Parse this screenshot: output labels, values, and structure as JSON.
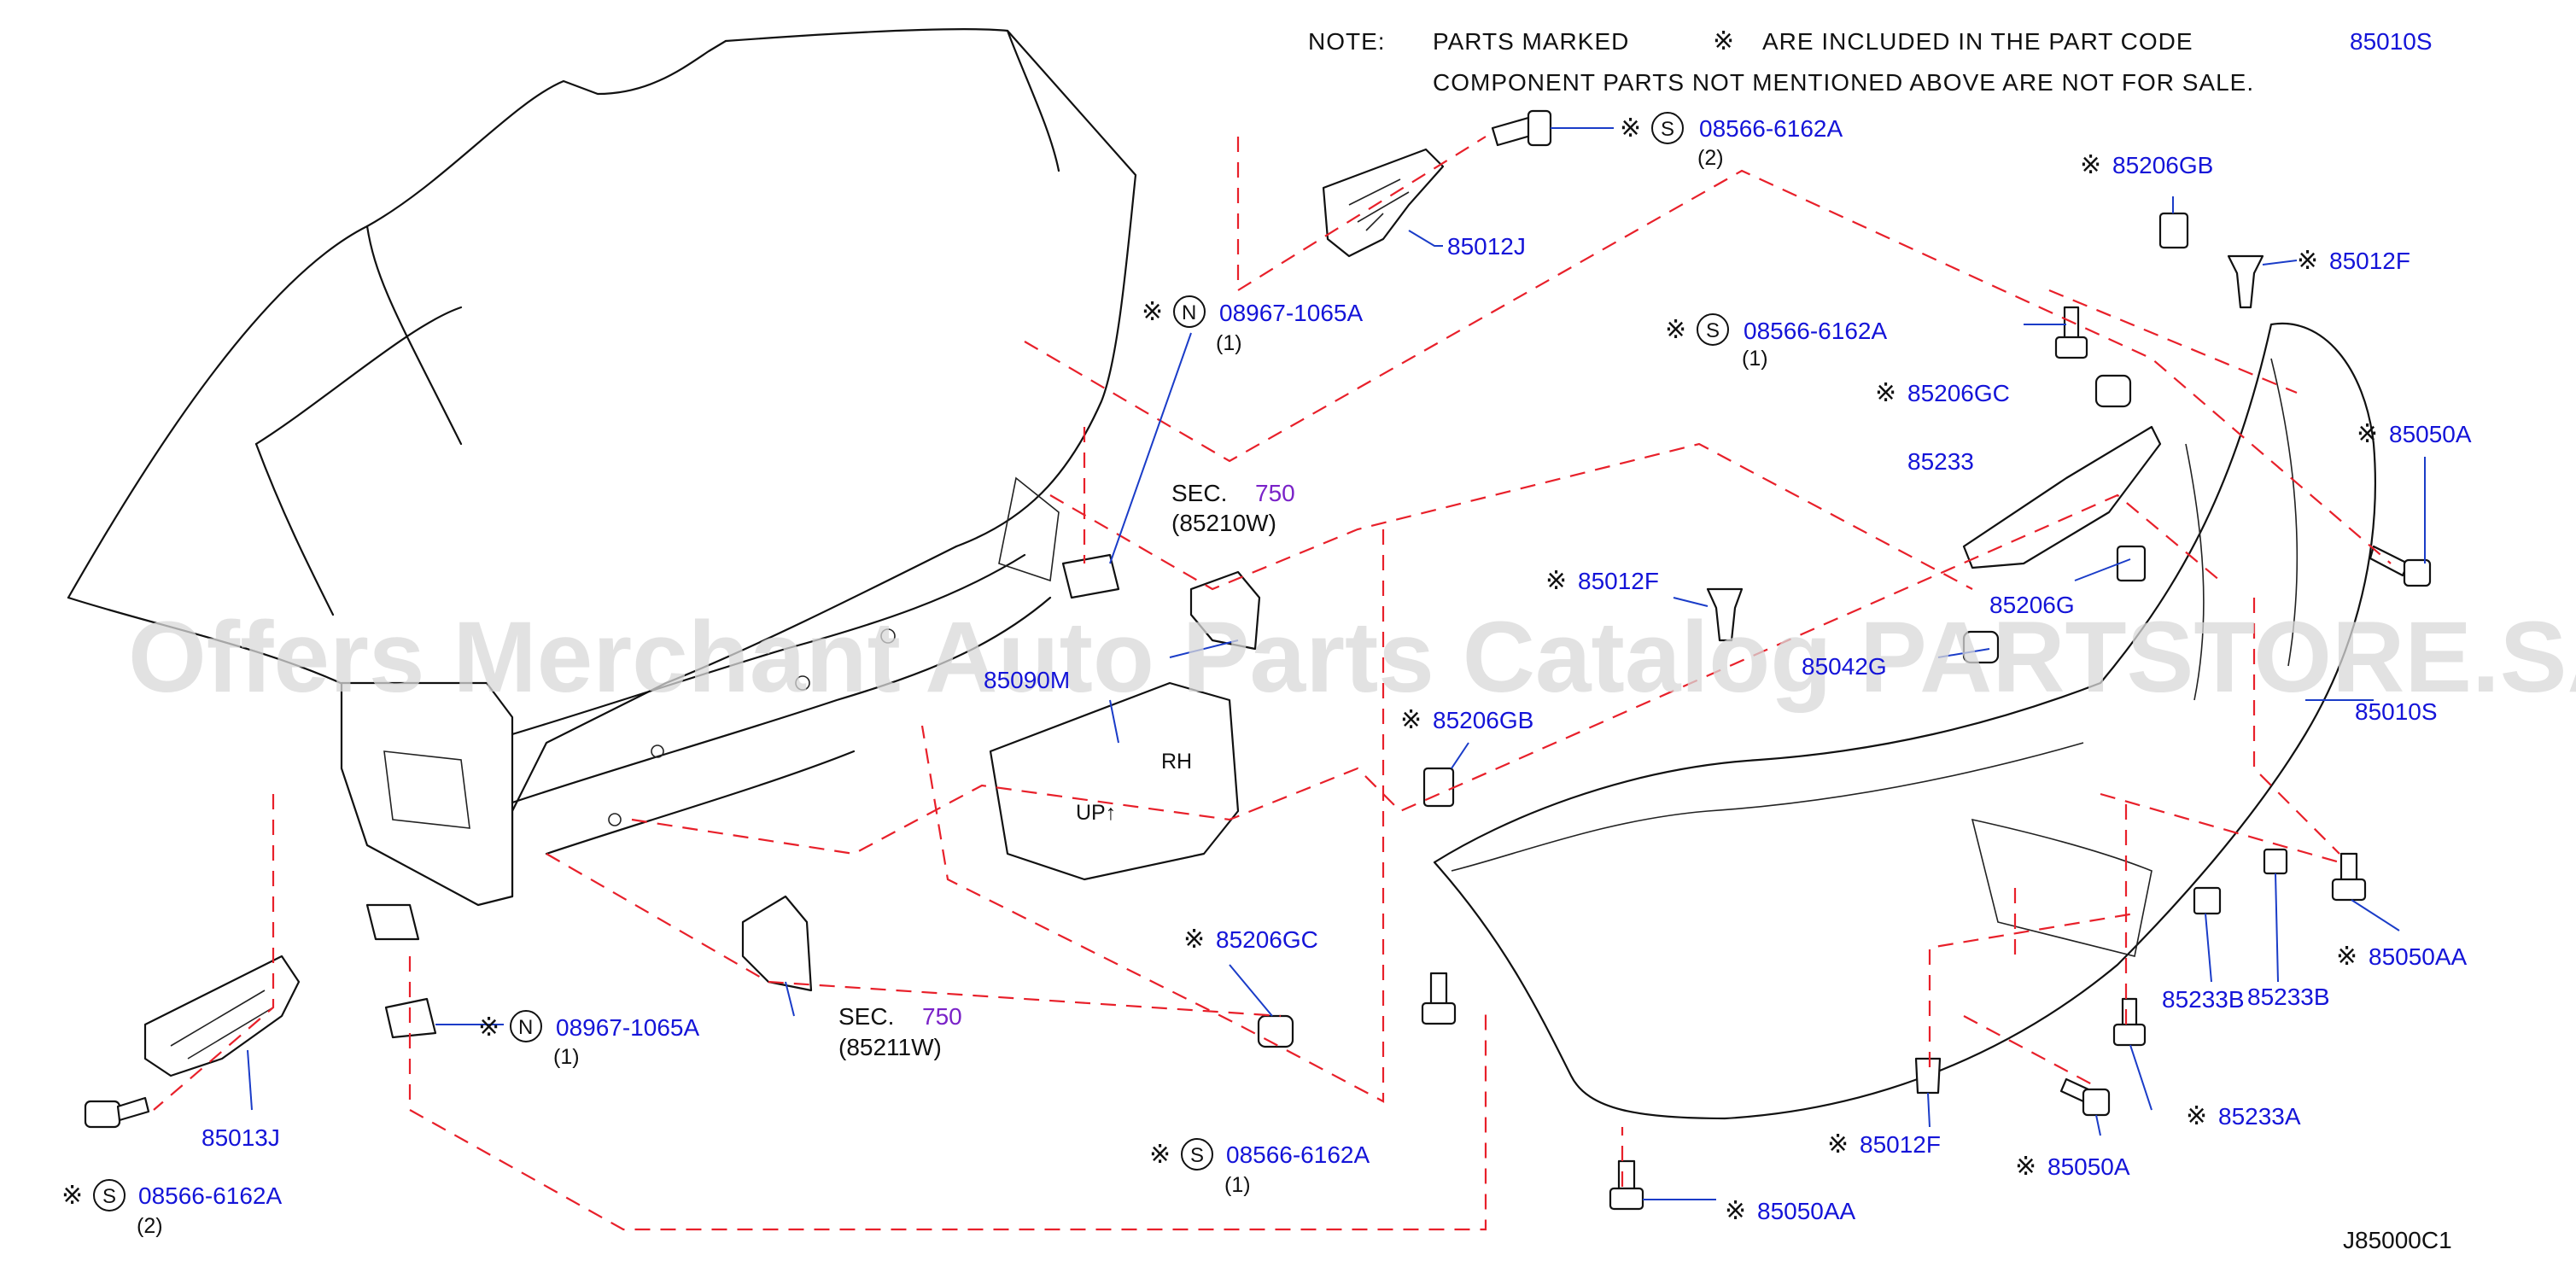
{
  "note": {
    "label": "NOTE:",
    "line1": "PARTS MARKED",
    "symbol": "※",
    "line1b": "ARE INCLUDED IN THE PART CODE",
    "code": "85010S",
    "line2": "COMPONENT PARTS NOT MENTIONED ABOVE ARE NOT FOR SALE."
  },
  "watermark": "Offers Merchant Auto Parts Catalog PARTSTORE.SA",
  "diagram_code": "J85000C1",
  "mark": "※",
  "symbols": {
    "s": "S",
    "n": "N"
  },
  "parts": {
    "p08566_top": {
      "num": "08566-6162A",
      "qty": "(2)"
    },
    "p85012J": {
      "num": "85012J"
    },
    "p08967_top": {
      "num": "08967-1065A",
      "qty": "(1)"
    },
    "sec1": {
      "label": "SEC.",
      "num": "750",
      "sub": "(85210W)"
    },
    "p85090": {
      "num": "85090M"
    },
    "p85206GB_top": {
      "num": "85206GB"
    },
    "p85012F_top": {
      "num": "85012F"
    },
    "p08566_mid": {
      "num": "08566-6162A",
      "qty": "(1)"
    },
    "p85206GC_mid": {
      "num": "85206GC"
    },
    "p85233": {
      "num": "85233"
    },
    "p85050A_right": {
      "num": "85050A"
    },
    "p85206G": {
      "num": "85206G"
    },
    "p85012F_mid": {
      "num": "85012F"
    },
    "p85206GB_mid": {
      "num": "85206GB"
    },
    "p85042G": {
      "num": "85042G"
    },
    "p85010S": {
      "num": "85010S"
    },
    "p85206GC_low": {
      "num": "85206GC"
    },
    "p08967_low": {
      "num": "08967-1065A",
      "qty": "(1)"
    },
    "sec2": {
      "label": "SEC.",
      "num": "750",
      "sub": "(85211W)"
    },
    "p85013J": {
      "num": "85013J"
    },
    "p08566_low": {
      "num": "08566-6162A",
      "qty": "(2)"
    },
    "p08566_bottom": {
      "num": "08566-6162A",
      "qty": "(1)"
    },
    "p85050AA_right": {
      "num": "85050AA"
    },
    "p85233B_a": {
      "num": "85233B"
    },
    "p85233B_b": {
      "num": "85233B"
    },
    "p85233A": {
      "num": "85233A"
    },
    "p85012F_low": {
      "num": "85012F"
    },
    "p85050A_low": {
      "num": "85050A"
    },
    "p85050AA_low": {
      "num": "85050AA"
    }
  }
}
